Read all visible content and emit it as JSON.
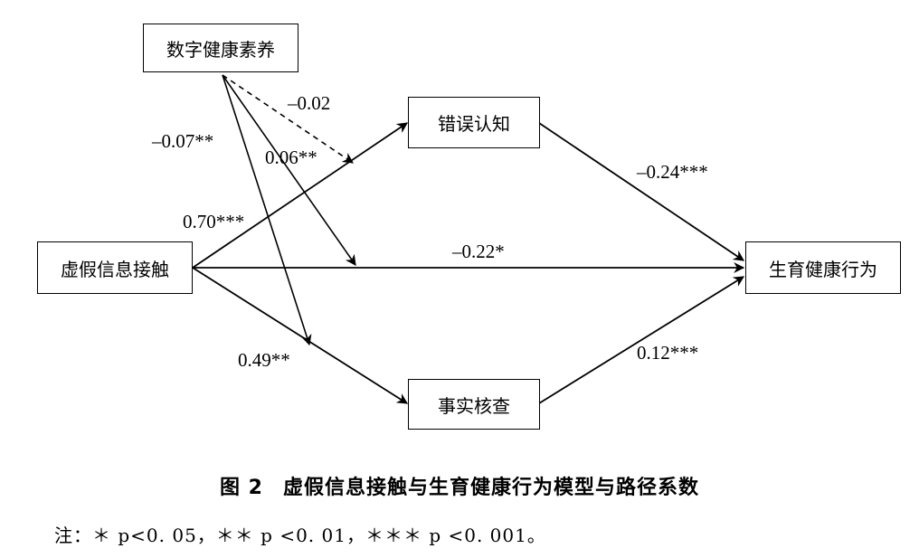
{
  "nodes": {
    "digital_literacy": "数字健康素养",
    "false_info": "虚假信息接触",
    "misperception": "错误认知",
    "fact_check": "事实核查",
    "behavior": "生育健康行为"
  },
  "paths": {
    "literacy_to_misperception": "–0.02",
    "literacy_to_fact_check": "–0.07**",
    "literacy_moderation_direct": "0.06**",
    "info_to_misperception": "0.70***",
    "info_to_behavior": "–0.22*",
    "misperception_to_behavior": "–0.24***",
    "info_to_fact_check": "0.49**",
    "fact_check_to_behavior": "0.12***"
  },
  "caption": {
    "figure_number": "图 2",
    "title": "虚假信息接触与生育健康行为模型与路径系数"
  },
  "note": "注：＊ p<0. 05，＊＊ p <0. 01，＊＊＊ p <0. 001。"
}
